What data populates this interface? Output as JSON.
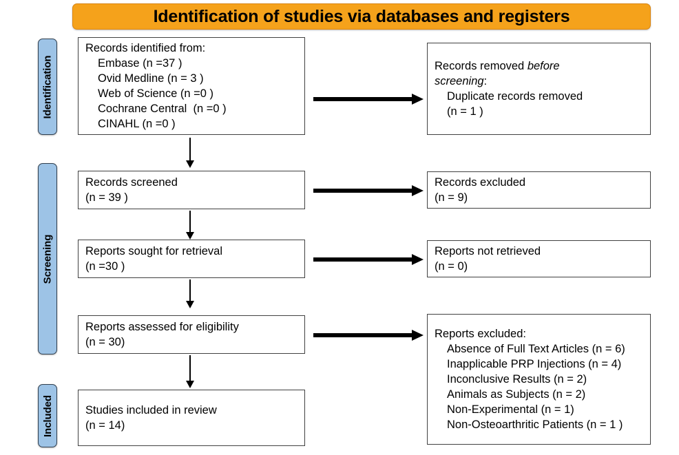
{
  "banner": {
    "title": "Identification of studies via databases and registers",
    "color": "#F5A21B"
  },
  "stages": [
    {
      "label": "Identification"
    },
    {
      "label": "Screening"
    },
    {
      "label": "Included"
    }
  ],
  "boxes": {
    "records_identified": {
      "heading": "Records identified from:",
      "items": [
        "Embase (n =37 )",
        "Ovid Medline (n = 3 )",
        "Web of Science (n =0 )",
        "Cochrane Central  (n =0 )",
        "CINAHL (n =0 )"
      ]
    },
    "records_removed": {
      "heading_prefix": "Records removed ",
      "heading_italic_1": "before",
      "heading_italic_2": "screening",
      "heading_suffix": ":",
      "items": [
        "Duplicate records removed",
        "(n = 1 )"
      ]
    },
    "records_screened": {
      "line1": "Records screened",
      "line2": "(n = 39 )"
    },
    "records_excluded": {
      "line1": "Records excluded",
      "line2": "(n = 9)"
    },
    "reports_sought": {
      "line1": "Reports sought for retrieval",
      "line2": "(n =30 )"
    },
    "reports_not_retrieved": {
      "line1": "Reports not retrieved",
      "line2": "(n = 0)"
    },
    "reports_assessed": {
      "line1": "Reports assessed for eligibility",
      "line2": "(n = 30)"
    },
    "reports_excluded": {
      "heading": "Reports excluded:",
      "items": [
        "Absence of Full Text Articles (n = 6)",
        "Inapplicable PRP Injections (n = 4)",
        "Inconclusive Results (n = 2)",
        "Animals as Subjects (n = 2)",
        "Non-Experimental (n = 1)",
        "Non-Osteoarthritic Patients (n = 1 )"
      ]
    },
    "studies_included": {
      "line1": "Studies included in review",
      "line2": "(n = 14)"
    }
  },
  "colors": {
    "stage_bar": "#9DC3E6",
    "box_border": "#404040",
    "arrow": "#000000"
  }
}
